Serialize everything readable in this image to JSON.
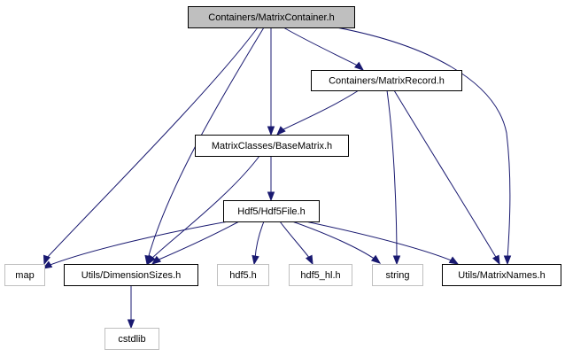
{
  "diagram": {
    "type": "include-dependency-graph",
    "nodes": [
      {
        "id": "root",
        "label": "Containers/MatrixContainer.h",
        "kind": "root"
      },
      {
        "id": "record",
        "label": "Containers/MatrixRecord.h",
        "kind": "header"
      },
      {
        "id": "base",
        "label": "MatrixClasses/BaseMatrix.h",
        "kind": "header"
      },
      {
        "id": "hdf5file",
        "label": "Hdf5/Hdf5File.h",
        "kind": "header"
      },
      {
        "id": "map",
        "label": "map",
        "kind": "external"
      },
      {
        "id": "dims",
        "label": "Utils/DimensionSizes.h",
        "kind": "header"
      },
      {
        "id": "hdf5h",
        "label": "hdf5.h",
        "kind": "external"
      },
      {
        "id": "hdf5hl",
        "label": "hdf5_hl.h",
        "kind": "external"
      },
      {
        "id": "string",
        "label": "string",
        "kind": "external"
      },
      {
        "id": "names",
        "label": "Utils/MatrixNames.h",
        "kind": "header"
      },
      {
        "id": "cstdlib",
        "label": "cstdlib",
        "kind": "external"
      }
    ],
    "edges": [
      {
        "from": "root",
        "to": "map"
      },
      {
        "from": "root",
        "to": "base"
      },
      {
        "from": "root",
        "to": "dims"
      },
      {
        "from": "root",
        "to": "record"
      },
      {
        "from": "root",
        "to": "names"
      },
      {
        "from": "record",
        "to": "base"
      },
      {
        "from": "record",
        "to": "string"
      },
      {
        "from": "record",
        "to": "names"
      },
      {
        "from": "base",
        "to": "dims"
      },
      {
        "from": "base",
        "to": "hdf5file"
      },
      {
        "from": "hdf5file",
        "to": "map"
      },
      {
        "from": "hdf5file",
        "to": "dims"
      },
      {
        "from": "hdf5file",
        "to": "hdf5h"
      },
      {
        "from": "hdf5file",
        "to": "hdf5hl"
      },
      {
        "from": "hdf5file",
        "to": "string"
      },
      {
        "from": "hdf5file",
        "to": "names"
      },
      {
        "from": "dims",
        "to": "cstdlib"
      }
    ],
    "colors": {
      "edge": "#191970",
      "root_fill": "#bfbfbf",
      "node_border": "#000000",
      "external_border": "#bfbfbf",
      "background": "#ffffff"
    }
  }
}
